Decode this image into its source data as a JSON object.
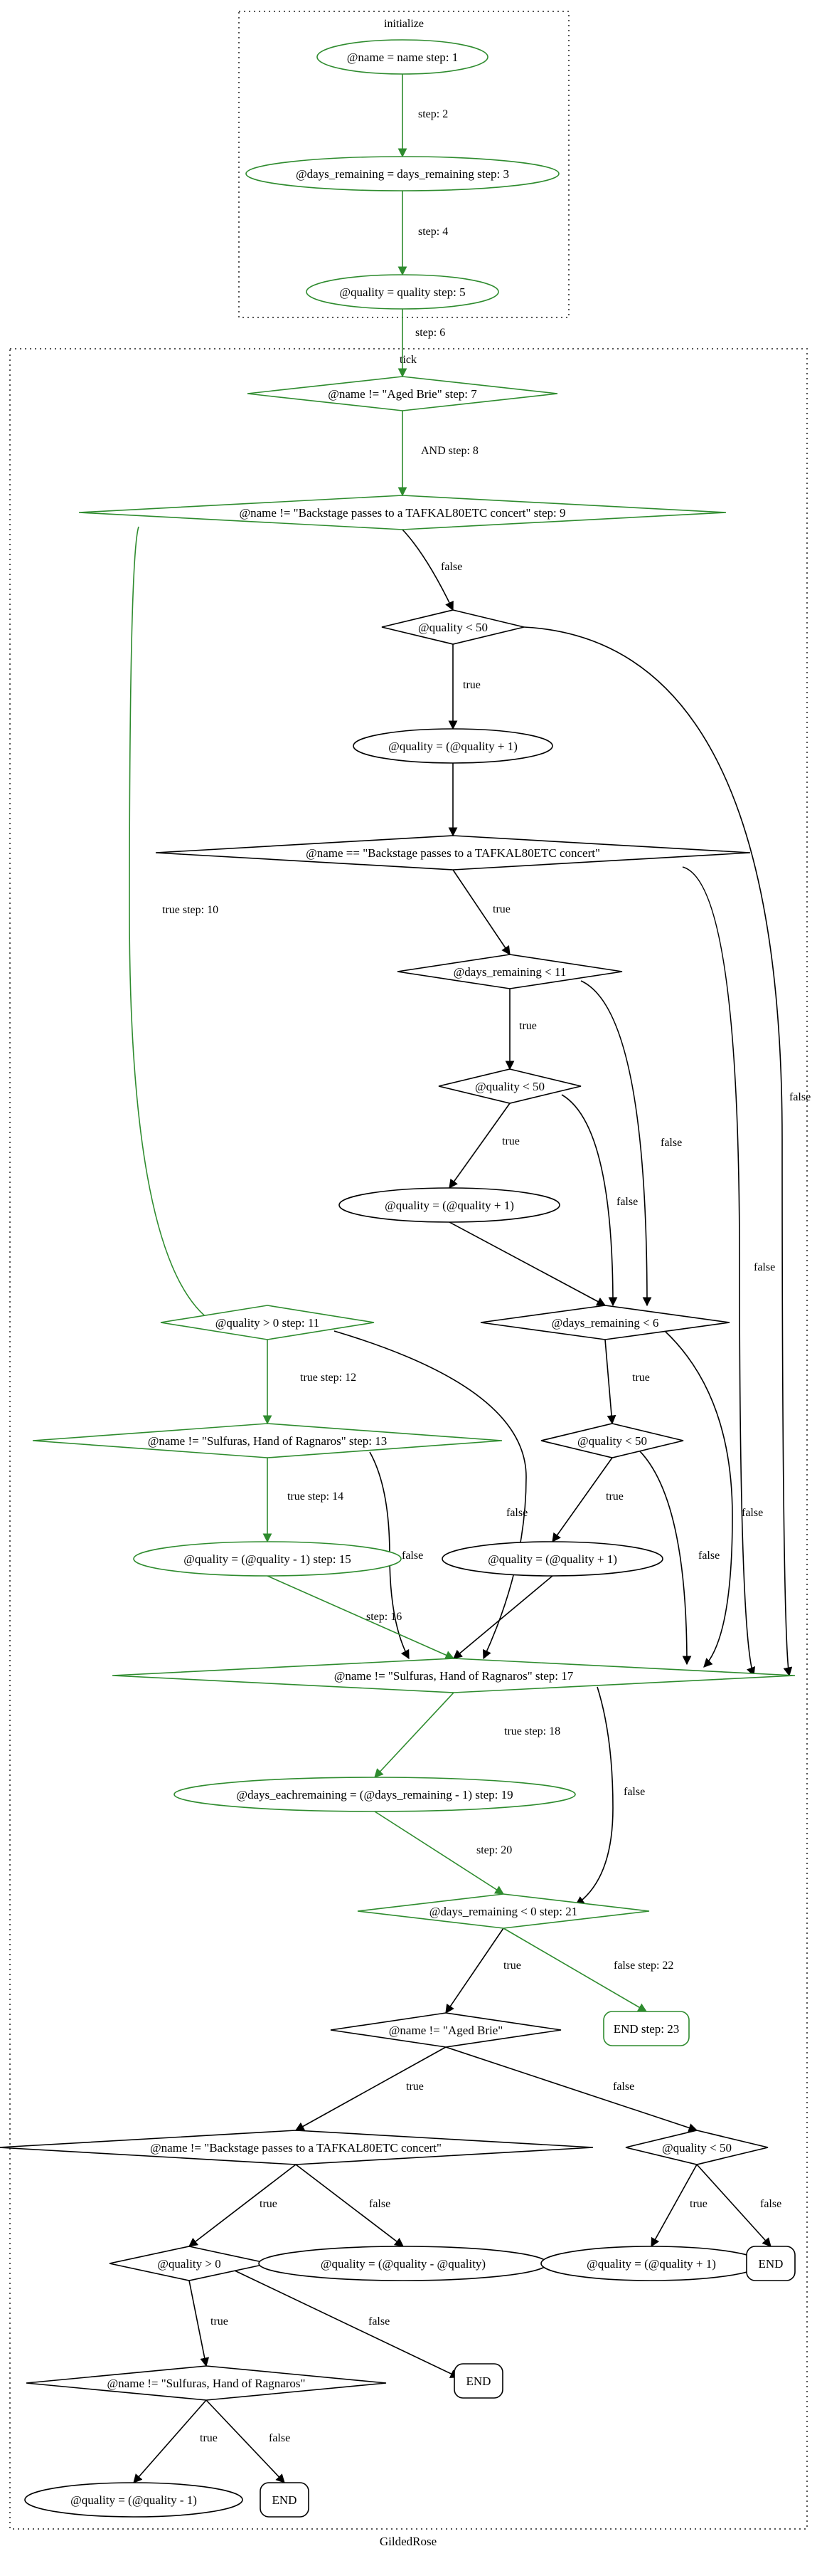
{
  "diagram": {
    "title": "GildedRose",
    "colors": {
      "traced": "#2e8b2e",
      "default": "#000000",
      "cluster": "#555555"
    },
    "clusters": [
      {
        "id": "initialize",
        "label": "initialize"
      },
      {
        "id": "tick",
        "label": "tick"
      }
    ],
    "nodes": [
      {
        "id": "n1",
        "shape": "ellipse",
        "label": "@name = name step: 1",
        "traced": true
      },
      {
        "id": "n3",
        "shape": "ellipse",
        "label": "@days_remaining = days_remaining step: 3",
        "traced": true
      },
      {
        "id": "n5",
        "shape": "ellipse",
        "label": "@quality = quality step: 5",
        "traced": true
      },
      {
        "id": "n7",
        "shape": "diamond",
        "label": "@name != \"Aged Brie\" step: 7",
        "traced": true
      },
      {
        "id": "n9",
        "shape": "diamond",
        "label": "@name != \"Backstage passes to a TAFKAL80ETC concert\" step: 9",
        "traced": true
      },
      {
        "id": "q50a",
        "shape": "diamond",
        "label": "@quality < 50",
        "traced": false
      },
      {
        "id": "qinc1",
        "shape": "ellipse",
        "label": "@quality = (@quality + 1)",
        "traced": false
      },
      {
        "id": "bseq",
        "shape": "diamond",
        "label": "@name == \"Backstage passes to a TAFKAL80ETC concert\"",
        "traced": false
      },
      {
        "id": "dr11",
        "shape": "diamond",
        "label": "@days_remaining < 11",
        "traced": false
      },
      {
        "id": "q50b",
        "shape": "diamond",
        "label": "@quality < 50",
        "traced": false
      },
      {
        "id": "qinc2",
        "shape": "ellipse",
        "label": "@quality = (@quality + 1)",
        "traced": false
      },
      {
        "id": "n11",
        "shape": "diamond",
        "label": "@quality > 0 step: 11",
        "traced": true
      },
      {
        "id": "dr6",
        "shape": "diamond",
        "label": "@days_remaining < 6",
        "traced": false
      },
      {
        "id": "n13",
        "shape": "diamond",
        "label": "@name != \"Sulfuras, Hand of Ragnaros\" step: 13",
        "traced": true
      },
      {
        "id": "q50c",
        "shape": "diamond",
        "label": "@quality < 50",
        "traced": false
      },
      {
        "id": "n15",
        "shape": "ellipse",
        "label": "@quality = (@quality - 1) step: 15",
        "traced": true
      },
      {
        "id": "qinc3",
        "shape": "ellipse",
        "label": "@quality = (@quality + 1)",
        "traced": false
      },
      {
        "id": "n17",
        "shape": "diamond",
        "label": "@name != \"Sulfuras, Hand of Ragnaros\" step: 17",
        "traced": true
      },
      {
        "id": "n19",
        "shape": "ellipse",
        "label": "@days_eachremaining = (@days_remaining - 1) step: 19",
        "traced": true
      },
      {
        "id": "n21",
        "shape": "diamond",
        "label": "@days_remaining < 0 step: 21",
        "traced": true
      },
      {
        "id": "n23",
        "shape": "box",
        "label": "END step: 23",
        "traced": true
      },
      {
        "id": "agedbrie2",
        "shape": "diamond",
        "label": "@name != \"Aged Brie\"",
        "traced": false
      },
      {
        "id": "bsne",
        "shape": "diamond",
        "label": "@name != \"Backstage passes to a TAFKAL80ETC concert\"",
        "traced": false
      },
      {
        "id": "q50d",
        "shape": "diamond",
        "label": "@quality < 50",
        "traced": false
      },
      {
        "id": "qgt0",
        "shape": "diamond",
        "label": "@quality > 0",
        "traced": false
      },
      {
        "id": "qzero",
        "shape": "ellipse",
        "label": "@quality = (@quality - @quality)",
        "traced": false
      },
      {
        "id": "qinc4",
        "shape": "ellipse",
        "label": "@quality = (@quality + 1)",
        "traced": false
      },
      {
        "id": "end1",
        "shape": "box",
        "label": "END",
        "traced": false
      },
      {
        "id": "end2",
        "shape": "box",
        "label": "END",
        "traced": false
      },
      {
        "id": "sulf3",
        "shape": "diamond",
        "label": "@name != \"Sulfuras, Hand of Ragnaros\"",
        "traced": false
      },
      {
        "id": "qdec2",
        "shape": "ellipse",
        "label": "@quality = (@quality - 1)",
        "traced": false
      },
      {
        "id": "end3",
        "shape": "box",
        "label": "END",
        "traced": false
      }
    ],
    "edges": [
      {
        "id": "e1",
        "from": "n1",
        "to": "n3",
        "label": "step: 2",
        "traced": true
      },
      {
        "id": "e2",
        "from": "n3",
        "to": "n5",
        "label": "step: 4",
        "traced": true
      },
      {
        "id": "e3",
        "from": "n5",
        "to": "n7",
        "label": "step: 6",
        "traced": true
      },
      {
        "id": "e4",
        "from": "n7",
        "to": "n9",
        "label": "AND step: 8",
        "traced": true
      },
      {
        "id": "e5",
        "from": "n9",
        "to": "q50a",
        "label": "false",
        "traced": false
      },
      {
        "id": "e6",
        "from": "n9",
        "to": "n11",
        "label": "true step: 10",
        "traced": true
      },
      {
        "id": "e7",
        "from": "q50a",
        "to": "qinc1",
        "label": "true",
        "traced": false
      },
      {
        "id": "e8",
        "from": "q50a",
        "to": "n17",
        "label": "false",
        "traced": false
      },
      {
        "id": "e9",
        "from": "qinc1",
        "to": "bseq",
        "label": "",
        "traced": false
      },
      {
        "id": "e10",
        "from": "bseq",
        "to": "dr11",
        "label": "true",
        "traced": false
      },
      {
        "id": "e11",
        "from": "bseq",
        "to": "n17",
        "label": "false",
        "traced": false
      },
      {
        "id": "e12",
        "from": "dr11",
        "to": "q50b",
        "label": "true",
        "traced": false
      },
      {
        "id": "e13",
        "from": "dr11",
        "to": "dr6",
        "label": "false",
        "traced": false
      },
      {
        "id": "e14",
        "from": "q50b",
        "to": "qinc2",
        "label": "true",
        "traced": false
      },
      {
        "id": "e15",
        "from": "q50b",
        "to": "dr6",
        "label": "false",
        "traced": false
      },
      {
        "id": "e16",
        "from": "qinc2",
        "to": "dr6",
        "label": "",
        "traced": false
      },
      {
        "id": "e17",
        "from": "n11",
        "to": "n13",
        "label": "true step: 12",
        "traced": true
      },
      {
        "id": "e18",
        "from": "n11",
        "to": "n17",
        "label": "false",
        "traced": false
      },
      {
        "id": "e19",
        "from": "dr6",
        "to": "q50c",
        "label": "true",
        "traced": false
      },
      {
        "id": "e20",
        "from": "dr6",
        "to": "n17",
        "label": "false",
        "traced": false
      },
      {
        "id": "e21",
        "from": "n13",
        "to": "n15",
        "label": "true step: 14",
        "traced": true
      },
      {
        "id": "e22",
        "from": "n13",
        "to": "n17",
        "label": "false",
        "traced": false
      },
      {
        "id": "e23",
        "from": "q50c",
        "to": "qinc3",
        "label": "true",
        "traced": false
      },
      {
        "id": "e24",
        "from": "q50c",
        "to": "n17",
        "label": "false",
        "traced": false
      },
      {
        "id": "e25",
        "from": "n15",
        "to": "n17",
        "label": "step: 16",
        "traced": true
      },
      {
        "id": "e26",
        "from": "qinc3",
        "to": "n17",
        "label": "",
        "traced": false
      },
      {
        "id": "e27",
        "from": "n17",
        "to": "n19",
        "label": "true step: 18",
        "traced": true
      },
      {
        "id": "e28",
        "from": "n17",
        "to": "n21",
        "label": "false",
        "traced": false
      },
      {
        "id": "e29",
        "from": "n19",
        "to": "n21",
        "label": "step: 20",
        "traced": true
      },
      {
        "id": "e30",
        "from": "n21",
        "to": "agedbrie2",
        "label": "true",
        "traced": false
      },
      {
        "id": "e31",
        "from": "n21",
        "to": "n23",
        "label": "false step: 22",
        "traced": true
      },
      {
        "id": "e32",
        "from": "agedbrie2",
        "to": "bsne",
        "label": "true",
        "traced": false
      },
      {
        "id": "e33",
        "from": "agedbrie2",
        "to": "q50d",
        "label": "false",
        "traced": false
      },
      {
        "id": "e34",
        "from": "bsne",
        "to": "qgt0",
        "label": "true",
        "traced": false
      },
      {
        "id": "e35",
        "from": "bsne",
        "to": "qzero",
        "label": "false",
        "traced": false
      },
      {
        "id": "e36",
        "from": "q50d",
        "to": "qinc4",
        "label": "true",
        "traced": false
      },
      {
        "id": "e37",
        "from": "q50d",
        "to": "end1",
        "label": "false",
        "traced": false
      },
      {
        "id": "e38",
        "from": "qgt0",
        "to": "sulf3",
        "label": "true",
        "traced": false
      },
      {
        "id": "e39",
        "from": "qgt0",
        "to": "end2",
        "label": "false",
        "traced": false
      },
      {
        "id": "e40",
        "from": "sulf3",
        "to": "qdec2",
        "label": "true",
        "traced": false
      },
      {
        "id": "e41",
        "from": "sulf3",
        "to": "end3",
        "label": "false",
        "traced": false
      }
    ]
  }
}
